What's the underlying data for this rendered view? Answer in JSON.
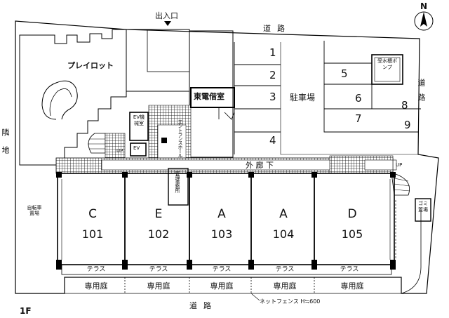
{
  "floor_label": "1F",
  "entrance_label": "出入口",
  "north_label": "N",
  "roads": {
    "top": "道路",
    "right": "道路",
    "bottom": "道路"
  },
  "adjacent_land": "隣地",
  "playlot": "プレイロット",
  "bicycle_parking": "自転車置場",
  "ev_machine_room": "EV機械室",
  "ev": "EV",
  "up_left": "UP",
  "up_right": "UP",
  "tepco_room": "東電借室",
  "entrance_hall": "エントランスホール",
  "management_office": "管理事務所",
  "outer_corridor": "外 廊 下",
  "parking_lot": "駐車場",
  "water_tank_pump": "受水槽ポンプ",
  "garbage_area": "ゴミ置場",
  "net_fence": "ネットフェンス H≒600",
  "parking_spaces": [
    "1",
    "2",
    "3",
    "4",
    "5",
    "6",
    "7",
    "8",
    "9"
  ],
  "units": [
    {
      "type": "C",
      "number": "101",
      "terrace": "テラス",
      "garden": "専用庭"
    },
    {
      "type": "E",
      "number": "102",
      "terrace": "テラス",
      "garden": "専用庭"
    },
    {
      "type": "A",
      "number": "103",
      "terrace": "テラス",
      "garden": "専用庭"
    },
    {
      "type": "A",
      "number": "104",
      "terrace": "テラス",
      "garden": "専用庭"
    },
    {
      "type": "D",
      "number": "105",
      "terrace": "テラス",
      "garden": "専用庭"
    }
  ]
}
